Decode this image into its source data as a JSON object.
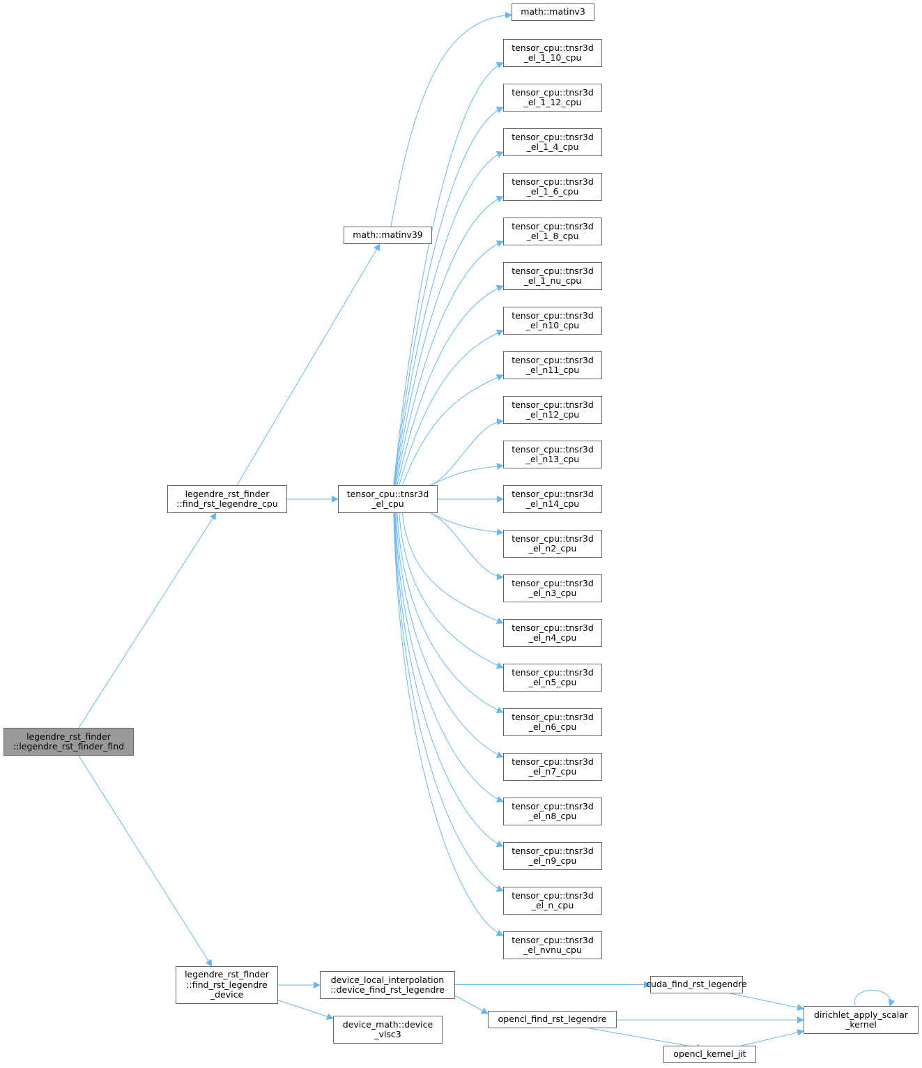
{
  "diagram": {
    "type": "call-graph",
    "edge_color": "#63b8ff",
    "node_border_color": "#666666",
    "root_fill_color": "#999999",
    "nodes": [
      {
        "id": "root",
        "lines": [
          "legendre_rst_finder",
          "::legendre_rst_finder_find"
        ],
        "root": true
      },
      {
        "id": "find_cpu",
        "lines": [
          "legendre_rst_finder",
          "::find_rst_legendre_cpu"
        ]
      },
      {
        "id": "matinv39",
        "lines": [
          "math::matinv39"
        ]
      },
      {
        "id": "tnsr3d_el_cpu",
        "lines": [
          "tensor_cpu::tnsr3d",
          "_el_cpu"
        ]
      },
      {
        "id": "matinv3",
        "lines": [
          "math::matinv3"
        ]
      },
      {
        "id": "el_1_10",
        "lines": [
          "tensor_cpu::tnsr3d",
          "_el_1_10_cpu"
        ]
      },
      {
        "id": "el_1_12",
        "lines": [
          "tensor_cpu::tnsr3d",
          "_el_1_12_cpu"
        ]
      },
      {
        "id": "el_1_4",
        "lines": [
          "tensor_cpu::tnsr3d",
          "_el_1_4_cpu"
        ]
      },
      {
        "id": "el_1_6",
        "lines": [
          "tensor_cpu::tnsr3d",
          "_el_1_6_cpu"
        ]
      },
      {
        "id": "el_1_8",
        "lines": [
          "tensor_cpu::tnsr3d",
          "_el_1_8_cpu"
        ]
      },
      {
        "id": "el_1_nu",
        "lines": [
          "tensor_cpu::tnsr3d",
          "_el_1_nu_cpu"
        ]
      },
      {
        "id": "el_n10",
        "lines": [
          "tensor_cpu::tnsr3d",
          "_el_n10_cpu"
        ]
      },
      {
        "id": "el_n11",
        "lines": [
          "tensor_cpu::tnsr3d",
          "_el_n11_cpu"
        ]
      },
      {
        "id": "el_n12",
        "lines": [
          "tensor_cpu::tnsr3d",
          "_el_n12_cpu"
        ]
      },
      {
        "id": "el_n13",
        "lines": [
          "tensor_cpu::tnsr3d",
          "_el_n13_cpu"
        ]
      },
      {
        "id": "el_n14",
        "lines": [
          "tensor_cpu::tnsr3d",
          "_el_n14_cpu"
        ]
      },
      {
        "id": "el_n2",
        "lines": [
          "tensor_cpu::tnsr3d",
          "_el_n2_cpu"
        ]
      },
      {
        "id": "el_n3",
        "lines": [
          "tensor_cpu::tnsr3d",
          "_el_n3_cpu"
        ]
      },
      {
        "id": "el_n4",
        "lines": [
          "tensor_cpu::tnsr3d",
          "_el_n4_cpu"
        ]
      },
      {
        "id": "el_n5",
        "lines": [
          "tensor_cpu::tnsr3d",
          "_el_n5_cpu"
        ]
      },
      {
        "id": "el_n6",
        "lines": [
          "tensor_cpu::tnsr3d",
          "_el_n6_cpu"
        ]
      },
      {
        "id": "el_n7",
        "lines": [
          "tensor_cpu::tnsr3d",
          "_el_n7_cpu"
        ]
      },
      {
        "id": "el_n8",
        "lines": [
          "tensor_cpu::tnsr3d",
          "_el_n8_cpu"
        ]
      },
      {
        "id": "el_n9",
        "lines": [
          "tensor_cpu::tnsr3d",
          "_el_n9_cpu"
        ]
      },
      {
        "id": "el_n",
        "lines": [
          "tensor_cpu::tnsr3d",
          "_el_n_cpu"
        ]
      },
      {
        "id": "el_nvnu",
        "lines": [
          "tensor_cpu::tnsr3d",
          "_el_nvnu_cpu"
        ]
      },
      {
        "id": "find_device",
        "lines": [
          "legendre_rst_finder",
          "::find_rst_legendre",
          "_device"
        ]
      },
      {
        "id": "dev_find",
        "lines": [
          "device_local_interpolation",
          "::device_find_rst_legendre"
        ]
      },
      {
        "id": "vlsc3",
        "lines": [
          "device_math::device",
          "_vlsc3"
        ]
      },
      {
        "id": "cuda_find",
        "lines": [
          "cuda_find_rst_legendre"
        ]
      },
      {
        "id": "opencl_find",
        "lines": [
          "opencl_find_rst_legendre"
        ]
      },
      {
        "id": "dirichlet",
        "lines": [
          "dirichlet_apply_scalar",
          "_kernel"
        ]
      },
      {
        "id": "opencl_jit",
        "lines": [
          "opencl_kernel_jit"
        ]
      }
    ],
    "edges": [
      [
        "root",
        "find_cpu"
      ],
      [
        "root",
        "find_device"
      ],
      [
        "find_cpu",
        "matinv39"
      ],
      [
        "find_cpu",
        "tnsr3d_el_cpu"
      ],
      [
        "matinv39",
        "matinv3"
      ],
      [
        "tnsr3d_el_cpu",
        "el_1_10"
      ],
      [
        "tnsr3d_el_cpu",
        "el_1_12"
      ],
      [
        "tnsr3d_el_cpu",
        "el_1_4"
      ],
      [
        "tnsr3d_el_cpu",
        "el_1_6"
      ],
      [
        "tnsr3d_el_cpu",
        "el_1_8"
      ],
      [
        "tnsr3d_el_cpu",
        "el_1_nu"
      ],
      [
        "tnsr3d_el_cpu",
        "el_n10"
      ],
      [
        "tnsr3d_el_cpu",
        "el_n11"
      ],
      [
        "tnsr3d_el_cpu",
        "el_n12"
      ],
      [
        "tnsr3d_el_cpu",
        "el_n13"
      ],
      [
        "tnsr3d_el_cpu",
        "el_n14"
      ],
      [
        "tnsr3d_el_cpu",
        "el_n2"
      ],
      [
        "tnsr3d_el_cpu",
        "el_n3"
      ],
      [
        "tnsr3d_el_cpu",
        "el_n4"
      ],
      [
        "tnsr3d_el_cpu",
        "el_n5"
      ],
      [
        "tnsr3d_el_cpu",
        "el_n6"
      ],
      [
        "tnsr3d_el_cpu",
        "el_n7"
      ],
      [
        "tnsr3d_el_cpu",
        "el_n8"
      ],
      [
        "tnsr3d_el_cpu",
        "el_n9"
      ],
      [
        "tnsr3d_el_cpu",
        "el_n"
      ],
      [
        "tnsr3d_el_cpu",
        "el_nvnu"
      ],
      [
        "find_device",
        "dev_find"
      ],
      [
        "find_device",
        "vlsc3"
      ],
      [
        "dev_find",
        "cuda_find"
      ],
      [
        "dev_find",
        "opencl_find"
      ],
      [
        "cuda_find",
        "dirichlet"
      ],
      [
        "opencl_find",
        "dirichlet"
      ],
      [
        "opencl_find",
        "opencl_jit"
      ],
      [
        "opencl_jit",
        "dirichlet"
      ],
      [
        "dirichlet",
        "dirichlet"
      ]
    ]
  }
}
